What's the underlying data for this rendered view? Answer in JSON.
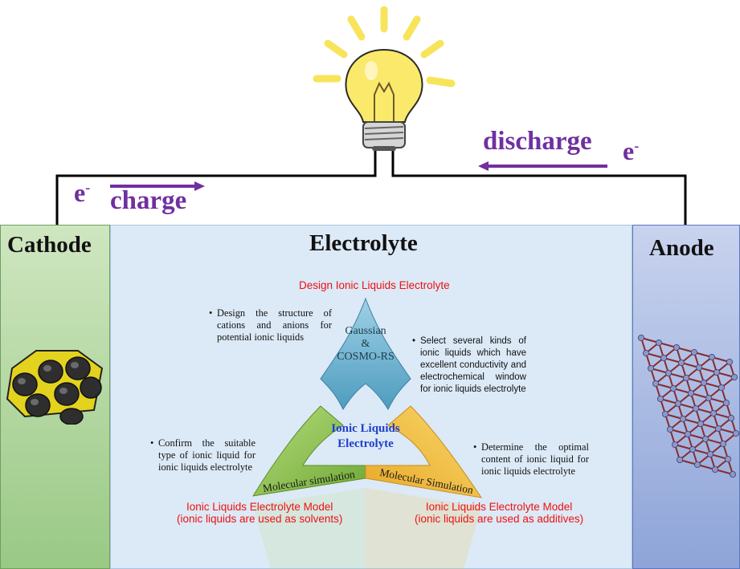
{
  "circuit": {
    "charge_label": "charge",
    "discharge_label": "discharge",
    "electron_left": "e",
    "electron_right": "e",
    "electron_sup": "-",
    "wire_color": "#000000",
    "arrow_color": "#7030a0"
  },
  "panels": {
    "cathode": {
      "title": "Cathode",
      "color": "#99c985"
    },
    "electrolyte": {
      "title": "Electrolyte",
      "color": "#dce9f6"
    },
    "anode": {
      "title": "Anode",
      "color": "#8ea4d8"
    }
  },
  "triangle": {
    "top_label": "Design Ionic Liquids Electrolyte",
    "top_arm_line1": "Gaussian",
    "top_arm_line2": "&",
    "top_arm_line3": "COSMO-RS",
    "center_line1": "Ionic Liquids",
    "center_line2": "Electrolyte",
    "left_arm": "Molecular simulation",
    "right_arm": "Molecular Simulation",
    "bottom_left_line1": "Ionic Liquids Electrolyte Model",
    "bottom_left_line2": "(ionic liquids are used as solvents)",
    "bottom_right_line1": "Ionic Liquids Electrolyte Model",
    "bottom_right_line2": "(ionic liquids are used as additives)",
    "top_arm_color": "#6db3d0",
    "left_arm_color": "#8fc34a",
    "right_arm_color": "#f2c23a"
  },
  "bullets": {
    "top_left": "Design the structure of cations and anions for potential ionic liquids",
    "top_right": "Select several kinds of ionic liquids which have excellent conductivity and electrochemical window for ionic liquids electrolyte",
    "mid_left": "Confirm the suitable type of ionic liquid for ionic liquids electrolyte",
    "mid_right": "Determine the optimal content of ionic liquid for ionic liquids electrolyte",
    "marker": "•"
  },
  "icons": {
    "bulb": "light-bulb-icon",
    "cathode": "carbon-nanotube-bundle-icon",
    "anode": "graphene-sheet-icon"
  }
}
